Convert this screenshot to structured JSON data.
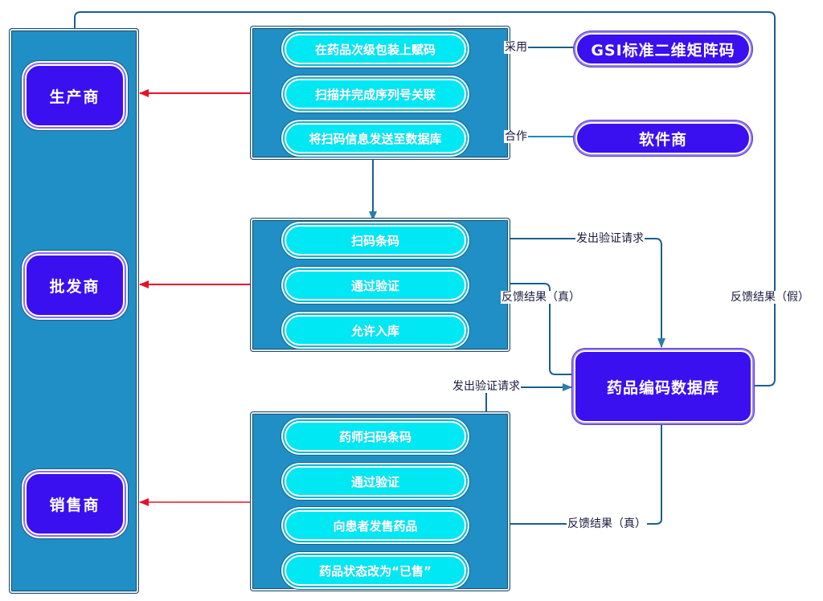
{
  "diagram": {
    "actors": [
      {
        "id": "manufacturer",
        "label": "生产商"
      },
      {
        "id": "wholesaler",
        "label": "批发商"
      },
      {
        "id": "retailer",
        "label": "销售商"
      }
    ],
    "groups": {
      "manufacturer_steps": [
        "在药品次级包装上赋码",
        "扫描并完成序列号关联",
        "将扫码信息发送至数据库"
      ],
      "wholesaler_steps": [
        "扫码条码",
        "通过验证",
        "允许入库"
      ],
      "retailer_steps": [
        "药师扫码条码",
        "通过验证",
        "向患者发售药品",
        "药品状态改为“已售”"
      ]
    },
    "external": {
      "standard": "GSI标准二维矩阵码",
      "software": "软件商"
    },
    "database": "药品编码数据库",
    "edge_labels": {
      "adopt": "采用",
      "cooperate": "合作",
      "request_1": "发出验证请求",
      "feedback_true_1": "反馈结果（真）",
      "feedback_false": "反馈结果（假）",
      "request_2": "发出验证请求",
      "feedback_true_2": "反馈结果（真）"
    },
    "colors": {
      "panel": "#1f8fc6",
      "actor": "#3a10f0",
      "step": "#00e8f4",
      "connector": "#1b5f8c",
      "arrow_red": "#e8102a"
    }
  }
}
